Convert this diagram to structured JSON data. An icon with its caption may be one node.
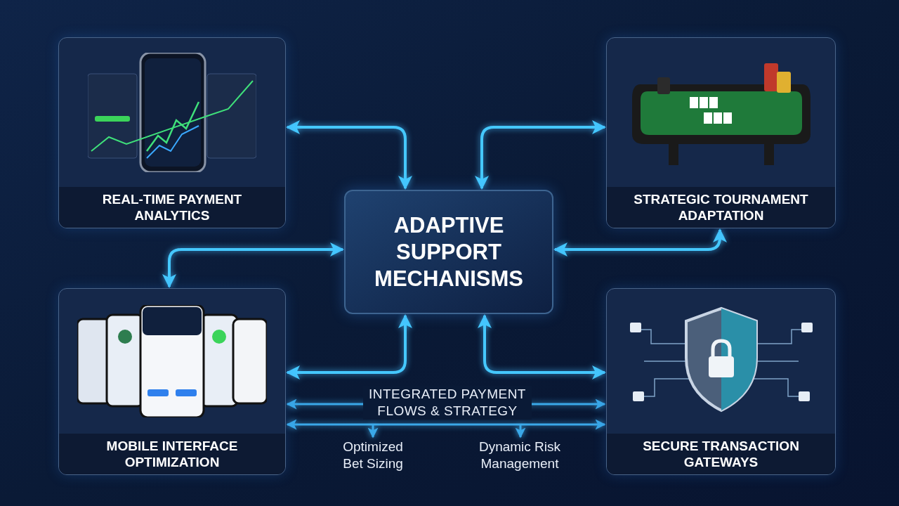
{
  "diagram": {
    "nodes": [
      {
        "text": [
          "REAL-TIME PAYMENT ANALYTICS"
        ]
      },
      {
        "text": [
          "STRATEGIC TOURNAMENT ADAPTATION"
        ]
      },
      {
        "text": [
          "ADAPTIVE SUPPORT MECHANISMS"
        ]
      },
      {
        "text": [
          "MOBILE INTERFACE OPTIMIZATION"
        ]
      },
      {
        "text": [
          "SECURE TRANSACTION GATEWAYS"
        ]
      },
      {
        "text": [
          "Optimized Bet Sizing"
        ]
      },
      {
        "text": [
          "Dynamic Risk Management"
        ]
      }
    ],
    "edges": [
      {
        "from": 0,
        "to": 2,
        "arrow": "both"
      },
      {
        "from": 2,
        "to": 1,
        "arrow": "both"
      },
      {
        "from": 2,
        "to": 3,
        "arrow": "both"
      },
      {
        "from": 2,
        "to": 1,
        "arrow": "both"
      },
      {
        "from": 3,
        "to": 2,
        "arrow": "both"
      },
      {
        "from": 2,
        "to": 4,
        "arrow": "both"
      },
      {
        "from": 3,
        "to": 4,
        "arrow": "both",
        "label": "INTEGRATED PAYMENT FLOWS & STRATEGY"
      },
      {
        "from": 3,
        "to": 4,
        "arrow": "both"
      },
      {
        "from": null,
        "to": 5,
        "arrow": "to"
      },
      {
        "from": null,
        "to": 6,
        "arrow": "to"
      }
    ]
  }
}
